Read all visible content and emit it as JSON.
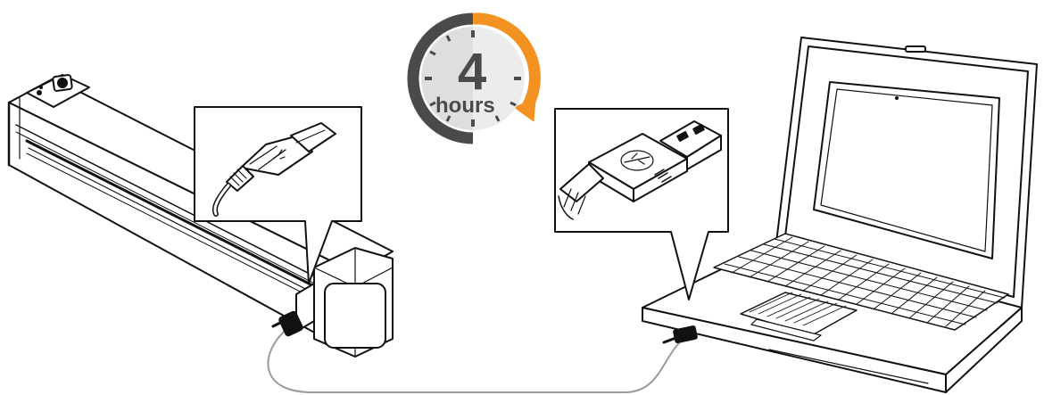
{
  "timer": {
    "value": "4",
    "unit": "hours",
    "progress_fraction": 0.3,
    "colors": {
      "ring_gray": "#4a4a4a",
      "ring_orange": "#f39220",
      "face_left": "#dedede",
      "face_right": "#ececec"
    }
  },
  "icons": {
    "scanner": "portable-scanner",
    "laptop": "laptop-computer",
    "scanner_usb_callout": "micro-usb-plug",
    "laptop_usb_callout": "usb-a-plug",
    "cable": "usb-cable"
  },
  "colors": {
    "line": "#111111",
    "cable": "#9a9a9a",
    "background": "#ffffff"
  }
}
